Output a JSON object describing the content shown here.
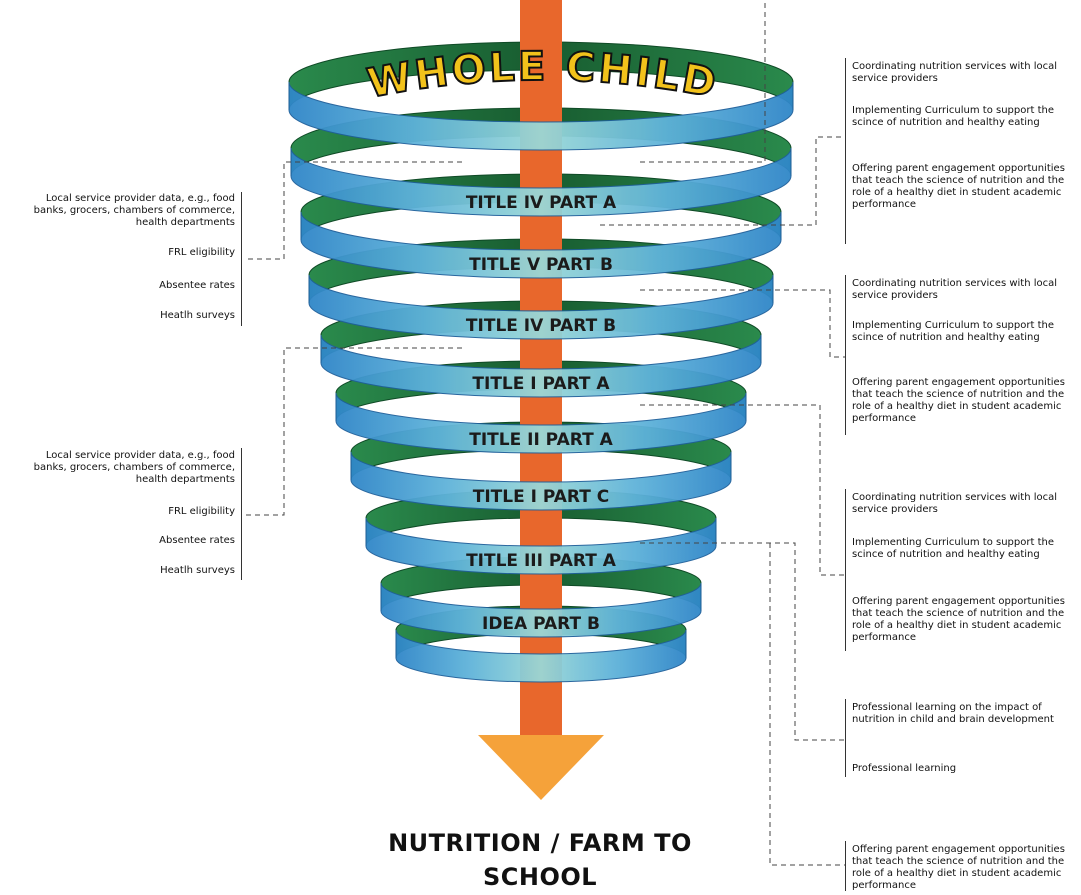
{
  "header": {
    "title": "WHOLE CHILD"
  },
  "funding_sources": [
    "TITLE IV PART A",
    "TITLE V PART B",
    "TITLE IV PART B",
    "TITLE I PART A",
    "TITLE II PART A",
    "TITLE I PART C",
    "TITLE III PART A",
    "IDEA PART B"
  ],
  "bottom_label": "NUTRITION / FARM TO SCHOOL",
  "left_notes": [
    {
      "provider_data": "Local service provider data, e.g., food banks, grocers, chambers of commerce, health departments",
      "frl": "FRL eligibility",
      "absentee": "Absentee rates",
      "surveys": "Heatlh surveys"
    },
    {
      "provider_data": "Local service provider data, e.g., food banks, grocers, chambers of commerce, health departments",
      "frl": "FRL eligibility",
      "absentee": "Absentee rates",
      "surveys": "Heatlh surveys"
    }
  ],
  "right_notes": [
    {
      "coordinating": "Coordinating nutrition services with local service providers",
      "curriculum": "Implementing Curriculum to support the scince of nutrition and healthy eating",
      "parent": "Offering parent engagement opportunities that teach the science of nutrition and the role of a healthy diet in student academic performance"
    },
    {
      "coordinating": "Coordinating nutrition services with local service providers",
      "curriculum": "Implementing Curriculum to support the scince of nutrition and healthy eating",
      "parent": "Offering parent engagement opportunities that teach the science of nutrition and the role of a healthy diet in student academic performance"
    },
    {
      "coordinating": "Coordinating nutrition services with local service providers",
      "curriculum": "Implementing Curriculum to support the scince of nutrition and healthy eating",
      "parent": "Offering parent engagement opportunities that teach the science of nutrition and the role of a healthy diet in student academic performance"
    },
    {
      "professional_impact": "Professional learning on the impact of nutrition in child and brain development",
      "professional": "Professional learning"
    },
    {
      "parent": "Offering parent engagement opportunities that teach the science of nutrition and the role of a healthy diet in student academic performance"
    }
  ],
  "colors": {
    "ribbon_outer": "#3a8fcf",
    "ribbon_light": "#8fd3d6",
    "ribbon_inner": "#1f6e3a",
    "arrow": "#f5a23a",
    "arrow_dark": "#e8672c",
    "title_fill": "#f2c21b"
  }
}
